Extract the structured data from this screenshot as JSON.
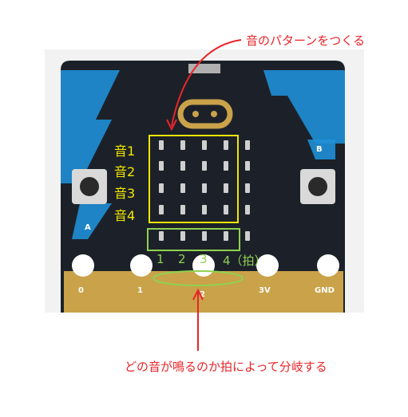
{
  "annotations": {
    "top_label": "音のパターンをつくる",
    "bottom_label": "どの音が鳴るのか拍によって分岐する"
  },
  "rows": [
    "音1",
    "音2",
    "音3",
    "音4"
  ],
  "beats": [
    "1",
    "2",
    "3",
    "4（拍）"
  ],
  "pins": [
    "0",
    "1",
    "2",
    "3V",
    "GND"
  ],
  "buttons": {
    "a": "A",
    "b": "B"
  },
  "colors": {
    "board": "#1c2129",
    "accent_blue": "#1f8fd6",
    "gold": "#c9a24a",
    "pattern_box": "#f2e600",
    "beat_box": "#8fd14f",
    "arrow": "#e8252a"
  }
}
